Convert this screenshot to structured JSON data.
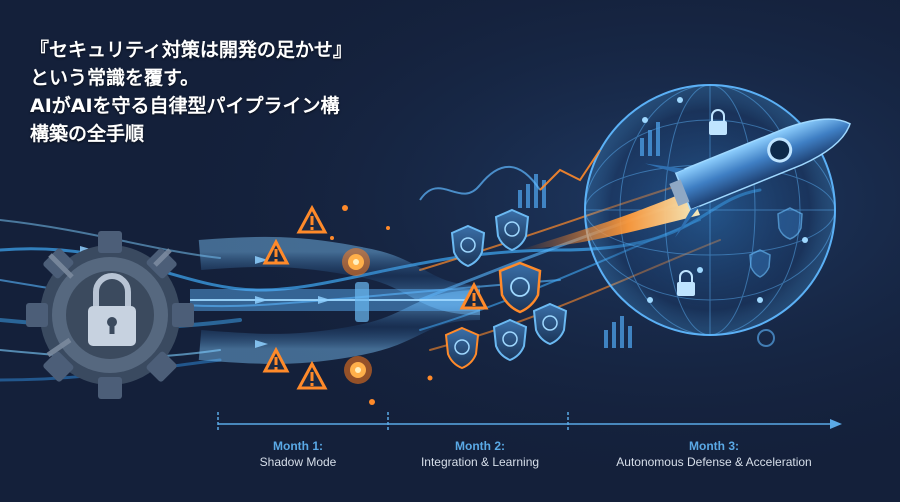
{
  "title": {
    "lines": [
      "『セキュリティ対策は開発の足かせ』",
      "という常識を覆す。",
      "AIがAIを守る自律型パイプライン構",
      "構築の全手順"
    ]
  },
  "timeline": {
    "phases": [
      {
        "month": "Month 1:",
        "desc": "Shadow Mode"
      },
      {
        "month": "Month 2:",
        "desc": "Integration & Learning"
      },
      {
        "month": "Month 3:",
        "desc": "Autonomous Defense & Acceleration"
      }
    ]
  },
  "colors": {
    "background": "#14203a",
    "accent_blue": "#3fa9f5",
    "accent_orange": "#ff8a2a",
    "timeline_label": "#5aa9e6"
  },
  "icons": [
    "gear-icon",
    "padlock-icon",
    "warning-icon",
    "explosion-icon",
    "shield-brain-icon",
    "rocket-icon",
    "globe-icon",
    "bar-chart-icon"
  ]
}
